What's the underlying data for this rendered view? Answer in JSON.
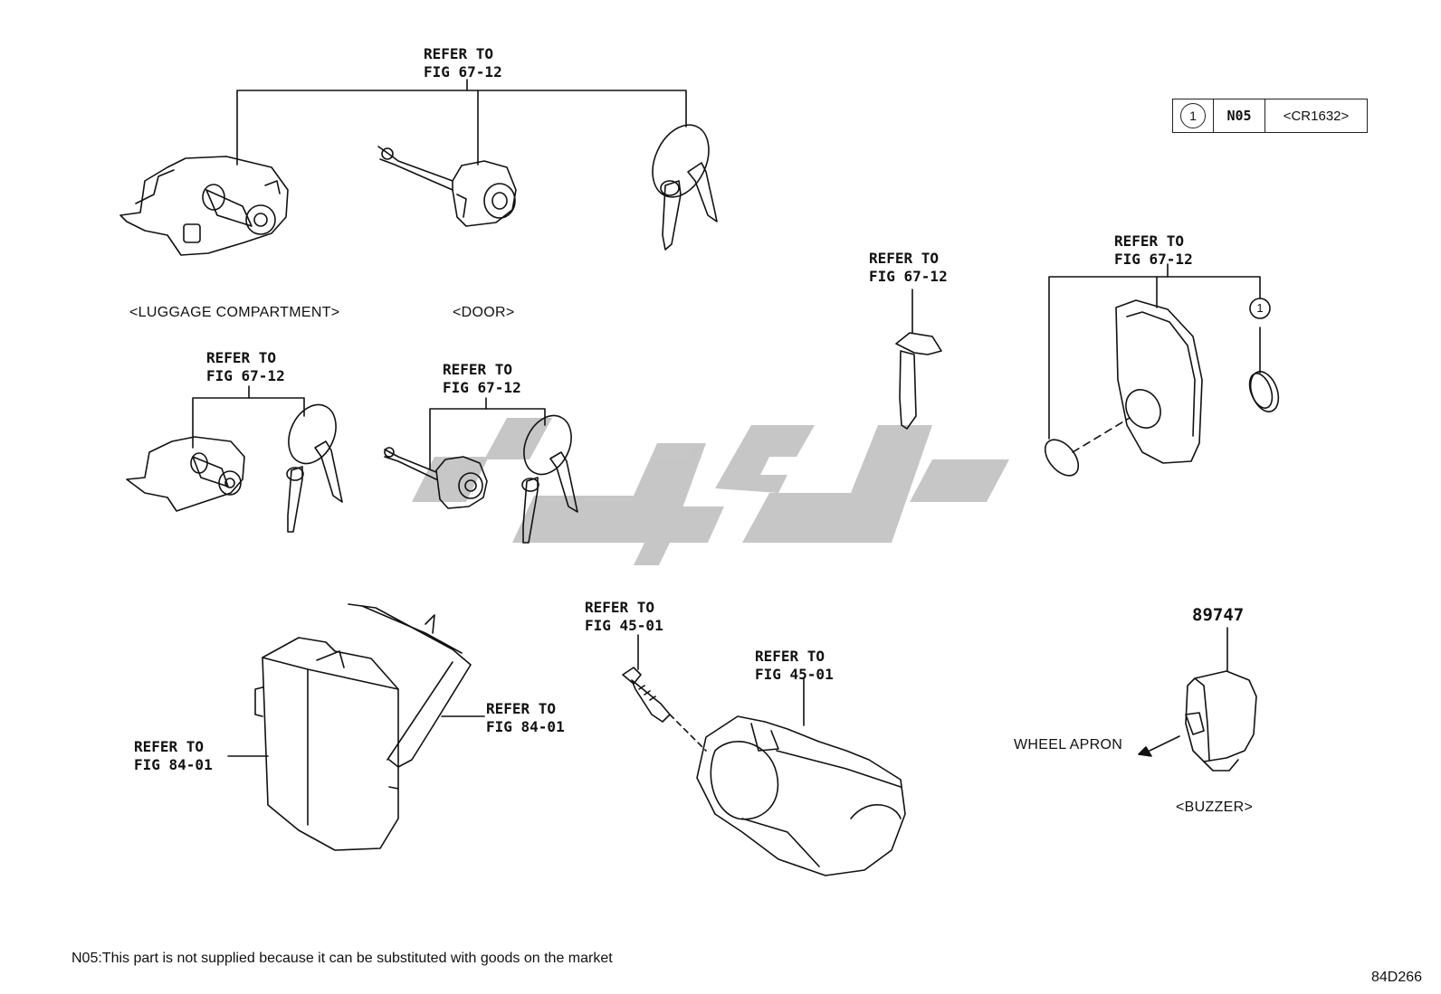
{
  "refs": {
    "r1_line1": "REFER TO",
    "r1_line2": "FIG 67-12",
    "r2_line1": "REFER TO",
    "r2_line2": "FIG 67-12",
    "r3_line1": "REFER TO",
    "r3_line2": "FIG 67-12",
    "r4_line1": "REFER TO",
    "r4_line2": "FIG 67-12",
    "r5_line1": "REFER TO",
    "r5_line2": "FIG 67-12",
    "r6_line1": "REFER TO",
    "r6_line2": "FIG 45-01",
    "r7_line1": "REFER TO",
    "r7_line2": "FIG 45-01",
    "r8_line1": "REFER TO",
    "r8_line2": "FIG 84-01",
    "r9_line1": "REFER TO",
    "r9_line2": "FIG 84-01"
  },
  "captions": {
    "luggage": "<LUGGAGE COMPARTMENT>",
    "door": "<DOOR>",
    "buzzer": "<BUZZER>",
    "wheel_apron": "WHEEL APRON"
  },
  "part_number": "89747",
  "legend": {
    "circle": "1",
    "code": "N05",
    "spec": "<CR1632>"
  },
  "callout_marker": "1",
  "footnote": "N05:This part is not supplied because it can be substituted with goods on the market",
  "figure_id": "84D266",
  "watermark_color": "#bdbdbd",
  "line_color": "#111111"
}
